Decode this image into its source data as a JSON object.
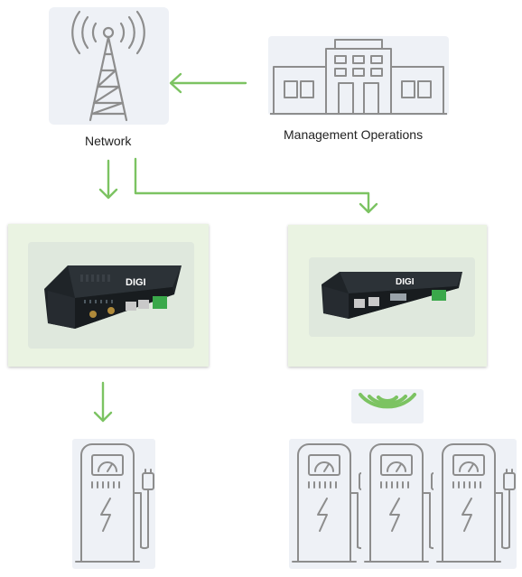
{
  "labels": {
    "network": "Network",
    "management": "Management Operations"
  },
  "devices": {
    "left_brand": "DIGI",
    "right_brand": "DIGI"
  },
  "colors": {
    "arrow": "#7cc362",
    "panel_bg": "#eef4ec",
    "box_bg": "#eaf3e2",
    "line_art": "#8d8d8d",
    "device_dark": "#1f2428",
    "connector_green": "#3aa84a"
  },
  "icons": {
    "network": "cell-tower-icon",
    "management": "building-icon",
    "charger": "ev-charger-icon",
    "wireless": "wireless-signal-icon"
  }
}
